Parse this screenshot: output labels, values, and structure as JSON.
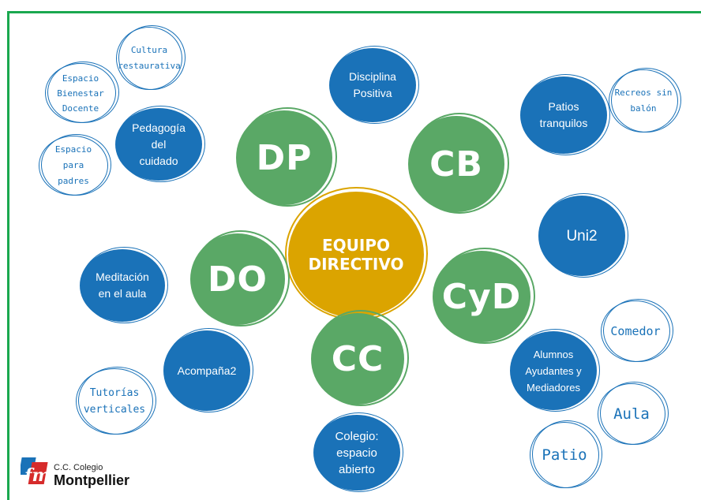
{
  "center": {
    "label": "EQUIPO\nDIRECTIVO",
    "color": "#dba400"
  },
  "teams": [
    {
      "id": "dp",
      "label": "DP"
    },
    {
      "id": "cb",
      "label": "CB"
    },
    {
      "id": "do",
      "label": "DO"
    },
    {
      "id": "cyd",
      "label": "CyD"
    },
    {
      "id": "cc",
      "label": "CC"
    }
  ],
  "programs": [
    {
      "id": "disciplina",
      "label": "Disciplina\nPositiva"
    },
    {
      "id": "patios",
      "label": "Patios\ntranquilos"
    },
    {
      "id": "pedagogia",
      "label": "Pedagogía\ndel\ncuidado"
    },
    {
      "id": "uni2",
      "label": "Uni2"
    },
    {
      "id": "meditacion",
      "label": "Meditación\nen el aula"
    },
    {
      "id": "alumnos",
      "label": "Alumnos\nAyudantes y\nMediadores"
    },
    {
      "id": "acompana",
      "label": "Acompaña2"
    },
    {
      "id": "colegio",
      "label": "Colegio:\nespacio\nabierto"
    }
  ],
  "subprograms": [
    {
      "id": "cultura",
      "label": "Cultura\nrestaurativa"
    },
    {
      "id": "bienestar",
      "label": "Espacio\nBienestar\nDocente"
    },
    {
      "id": "padres",
      "label": "Espacio\npara\npadres"
    },
    {
      "id": "recreos",
      "label": "Recreos sin\nbalón"
    },
    {
      "id": "comedor",
      "label": "Comedor"
    },
    {
      "id": "tutorias",
      "label": "Tutorías\nverticales"
    },
    {
      "id": "aula",
      "label": "Aula"
    },
    {
      "id": "patio",
      "label": "Patio"
    }
  ],
  "logo": {
    "mark": "fm",
    "line1": "C.C. Colegio",
    "line2": "Montpellier"
  },
  "colors": {
    "green": "#5aa866",
    "blue": "#1a72b8",
    "gold": "#dba400",
    "frame": "#1aa84f"
  }
}
